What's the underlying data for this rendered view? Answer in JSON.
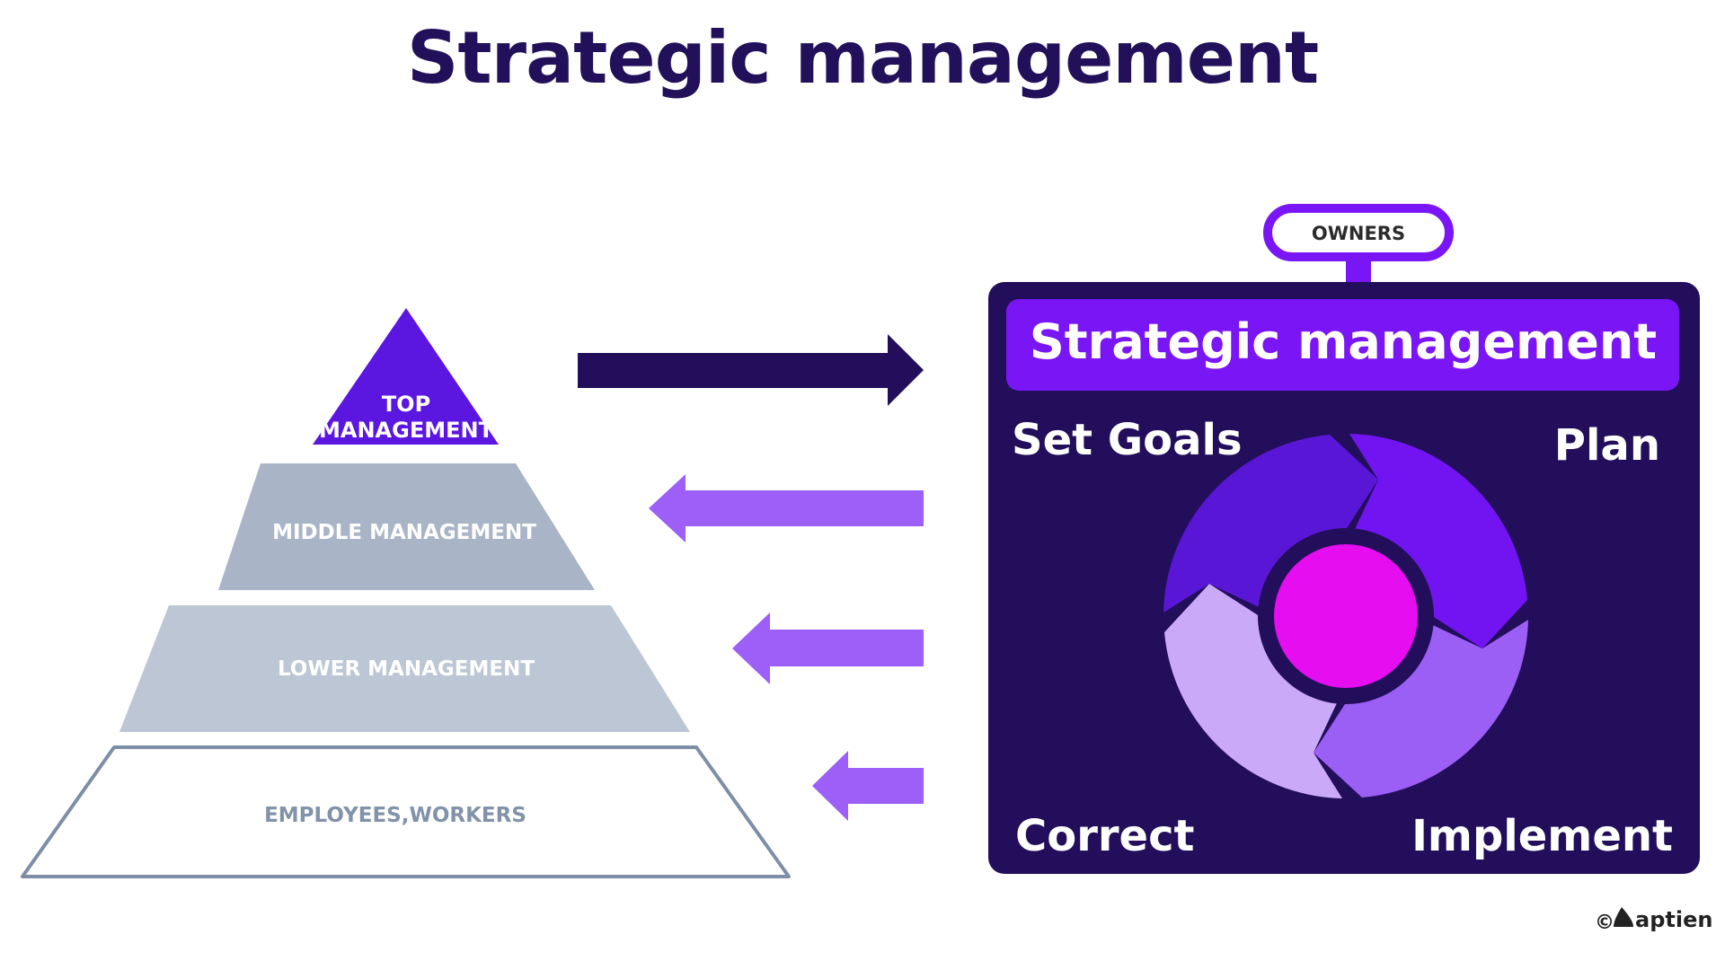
{
  "title": "Strategic management",
  "pyramid": {
    "top": [
      "TOP",
      "MANAGEMENT"
    ],
    "middle": "MIDDLE MANAGEMENT",
    "lower": "LOWER MANAGEMENT",
    "base": "EMPLOYEES,WORKERS"
  },
  "owners_label": "OWNERS",
  "panel": {
    "title": "Strategic management",
    "steps": {
      "set_goals": "Set Goals",
      "plan": "Plan",
      "correct": "Correct",
      "implement": "Implement"
    }
  },
  "brand": {
    "copyright": "©",
    "name": "aptien"
  },
  "icons": {
    "logo": "drop-logo-icon"
  },
  "colors": {
    "dark_navy": "#230e5b",
    "top_purple": "#5b16e0",
    "bright_purple": "#7a16f5",
    "light_arrow": "#9d5ff7",
    "middle_gray": "#a9b5c7",
    "lower_gray": "#bcc6d5",
    "base_stroke": "#7d8ea6",
    "center_magenta": "#e60df0",
    "seg_set_goals": "#5a16d6",
    "seg_plan": "#7214f2",
    "seg_implement": "#9b5ff6",
    "seg_correct": "#cba9f9"
  }
}
